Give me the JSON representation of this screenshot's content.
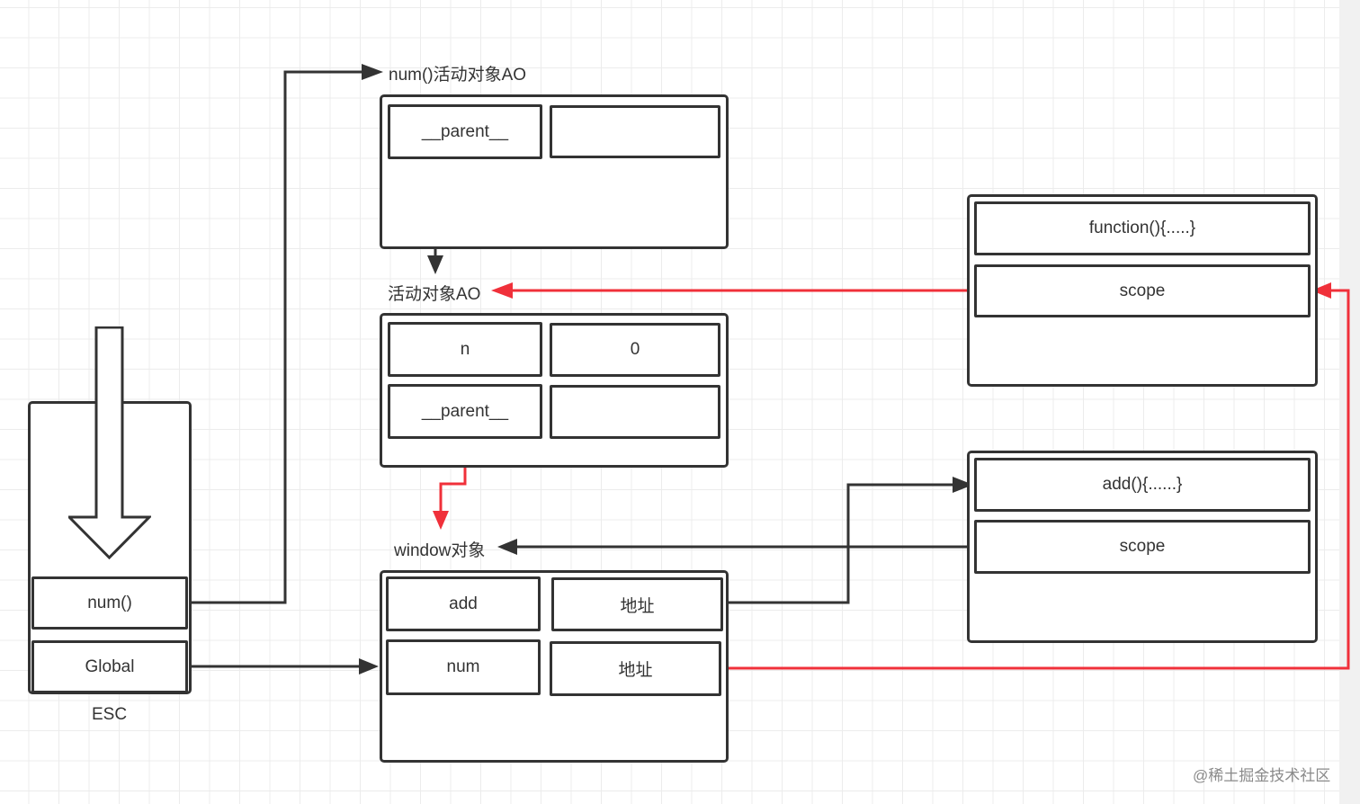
{
  "diagram": {
    "title_num_ao": "num()活动对象AO",
    "ao_label": "活动对象AO",
    "window_label": "window对象",
    "esc": {
      "label": "ESC",
      "frames": [
        "num()",
        "Global"
      ]
    },
    "num_ao": {
      "cells": [
        {
          "key": "__parent__",
          "value": ""
        }
      ]
    },
    "ao": {
      "cells": [
        {
          "key": "n",
          "value": "0"
        },
        {
          "key": "__parent__",
          "value": ""
        }
      ]
    },
    "window": {
      "cells": [
        {
          "key": "add",
          "value": "地址"
        },
        {
          "key": "num",
          "value": "地址"
        }
      ]
    },
    "func_obj": {
      "body": "function(){.....}",
      "scope": "scope"
    },
    "add_obj": {
      "body": "add(){......}",
      "scope": "scope"
    },
    "colors": {
      "line": "#333333",
      "red": "#f0303a",
      "grid": "#ececec"
    }
  },
  "watermark": "@稀土掘金技术社区"
}
